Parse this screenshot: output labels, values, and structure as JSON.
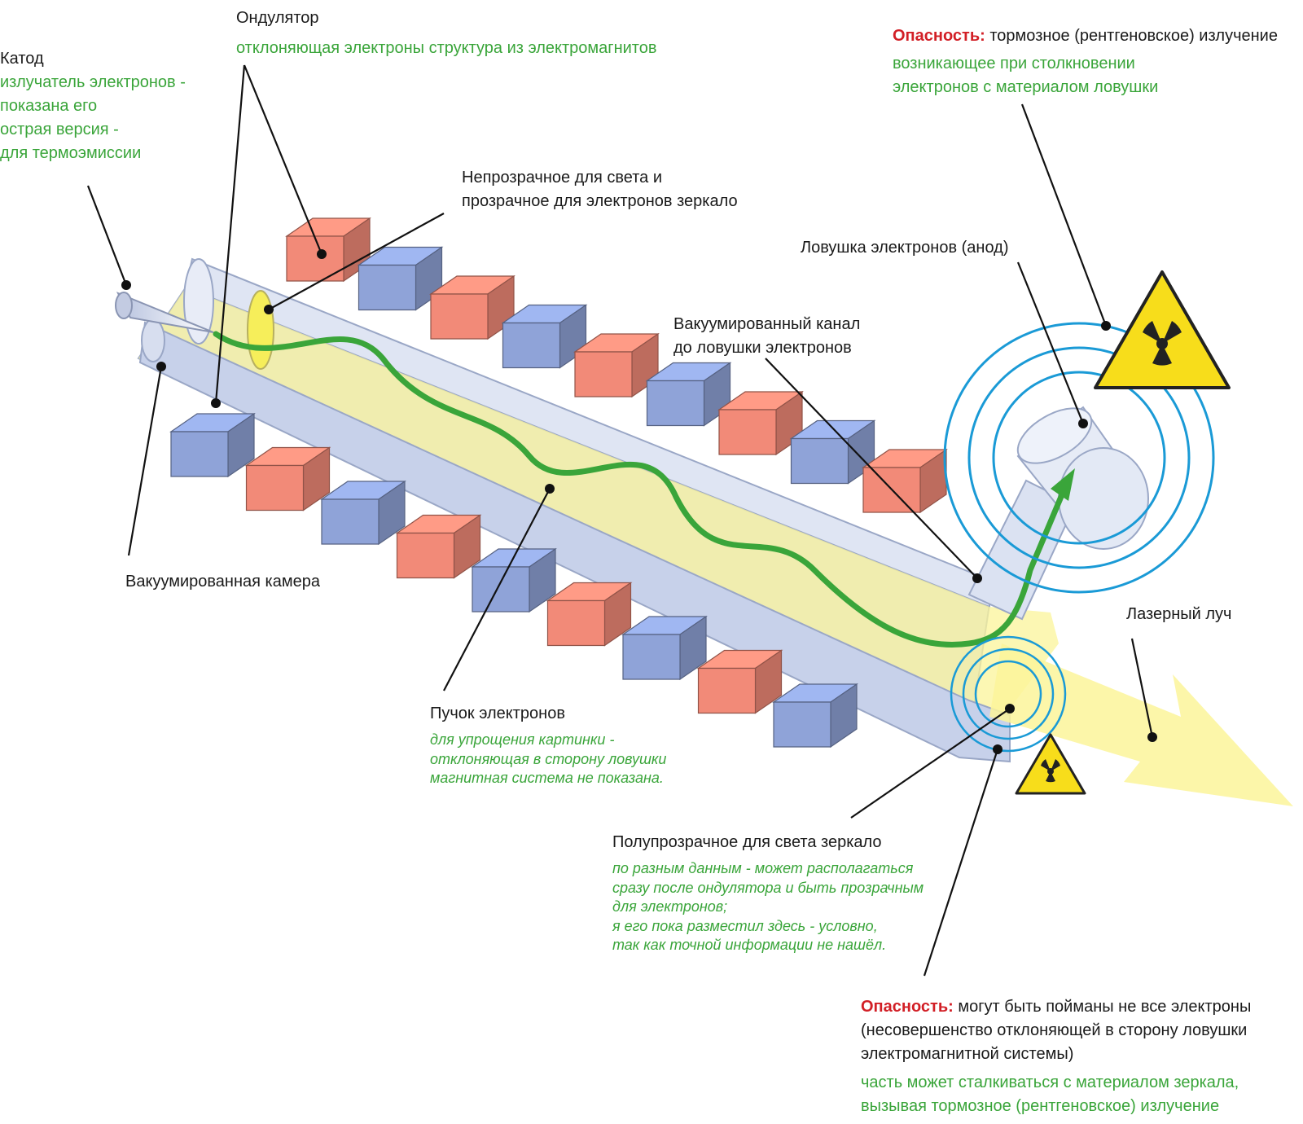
{
  "labels": {
    "cathode": {
      "title": "Катод",
      "notes": [
        "излучатель электронов -",
        "показана его",
        "острая версия -",
        "для термоэмиссии"
      ]
    },
    "undulator": {
      "title": "Ондулятор",
      "note": "отклоняющая электроны структура из электромагнитов"
    },
    "mirror_opaque": {
      "lines": [
        "Непрозрачное для света и",
        "прозрачное для электронов зеркало"
      ]
    },
    "vacuum_chamber": {
      "title": "Вакуумированная камера"
    },
    "vacuum_channel": {
      "lines": [
        "Вакуумированный канал",
        "до ловушки электронов"
      ]
    },
    "electron_trap": {
      "title": "Ловушка электронов (анод)"
    },
    "danger_top": {
      "prefix": "Опасность:",
      "text": "тормозное (рентгеновское) излучение",
      "notes": [
        "возникающее при столкновении",
        "электронов с материалом ловушки"
      ]
    },
    "laser_beam": {
      "title": "Лазерный луч"
    },
    "electron_beam": {
      "title": "Пучок электронов",
      "notes": [
        "для упрощения картинки -",
        "отклоняющая в сторону ловушки",
        "магнитная система не показана."
      ]
    },
    "mirror_semi": {
      "title": "Полупрозрачное для света зеркало",
      "notes": [
        "по разным данным - может располагаться",
        "сразу после ондулятора и быть прозрачным",
        "для электронов;",
        "я его пока разместил здесь - условно,",
        "так как точной информации не нашёл."
      ]
    },
    "danger_bottom": {
      "prefix": "Опасность:",
      "text": "могут быть пойманы не все электроны",
      "lines": [
        "(несовершенство отклоняющей в сторону ловушки",
        "электромагнитной системы)"
      ],
      "notes": [
        "часть может сталкиваться с материалом зеркала,",
        "вызывая тормозное (рентгеновское) излучение"
      ]
    }
  },
  "colors": {
    "magnet_red": "#f28a78",
    "magnet_blue": "#8fa3d8",
    "tube": "#cfd8ee",
    "beam_fill": "#fbf49a",
    "electron_path": "#3aa53a",
    "radiation_ring": "#1a9ad6",
    "hazard_yellow": "#f7dd1b",
    "danger_text": "#d21f26",
    "note_text": "#3aa53a"
  },
  "icons": [
    "radiation-hazard-icon",
    "cathode-cone-icon",
    "laser-arrow-icon"
  ]
}
